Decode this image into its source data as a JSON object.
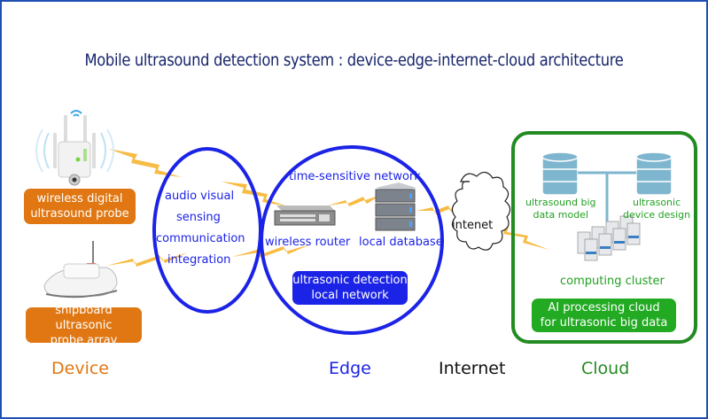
{
  "title": "Mobile ultrasound detection system : device-edge-internet-cloud architecture",
  "colors": {
    "frame": "#1f4fb3",
    "title": "#17256b",
    "device": "#e07712",
    "edge": "#1b23e6",
    "internet": "#111111",
    "cloud": "#22a022",
    "lightning": "#f7b531",
    "db_icon": "#7fb6cf"
  },
  "device": {
    "probe_label_line1": "wireless digital",
    "probe_label_line2": "ultrasound probe",
    "ship_label_line1": "shipboard ultrasonic",
    "ship_label_line2": "probe array"
  },
  "integration": {
    "line1": "audio visual",
    "line2": "sensing",
    "line3": "communication",
    "line4": "integration"
  },
  "edge": {
    "tsn_label": "time-sensitive network",
    "router_label": "wireless router",
    "database_label": "local database",
    "network_label_line1": "ultrasonic detection",
    "network_label_line2": "local network"
  },
  "internet": {
    "cloud_label": "intenet"
  },
  "cloud": {
    "db1_line1": "ultrasound big",
    "db1_line2": "data model",
    "db2_line1": "ultrasonic",
    "db2_line2": "device design",
    "cluster_label": "computing cluster",
    "ai_label_line1": "AI processing cloud",
    "ai_label_line2": "for ultrasonic big data"
  },
  "layers": {
    "device": "Device",
    "edge": "Edge",
    "internet": "Internet",
    "cloud": "Cloud"
  }
}
